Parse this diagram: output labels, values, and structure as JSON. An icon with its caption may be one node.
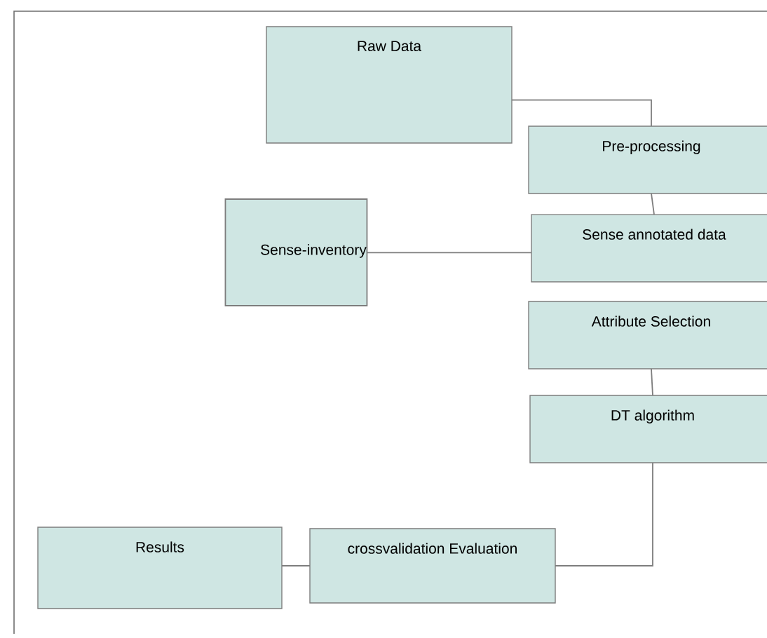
{
  "diagram": {
    "nodes": [
      {
        "text": [
          "Raw Data"
        ]
      },
      {
        "text": [
          "Pre-processing"
        ]
      },
      {
        "text": [
          "Sense  annotated data"
        ]
      },
      {
        "text": [
          "Sense-inventory"
        ]
      },
      {
        "text": [
          "Attribute Selection"
        ]
      },
      {
        "text": [
          "DT algorithm"
        ]
      },
      {
        "text": [
          "crossvalidation Evaluation"
        ]
      },
      {
        "text": [
          "Results"
        ]
      }
    ],
    "edges": [
      {
        "from": 0,
        "to": 1,
        "arrow": "none"
      },
      {
        "from": 1,
        "to": 2,
        "arrow": "none"
      },
      {
        "from": 3,
        "to": 2,
        "arrow": "none"
      },
      {
        "from": 4,
        "to": 5,
        "arrow": "none"
      },
      {
        "from": 5,
        "to": 6,
        "arrow": "none"
      },
      {
        "from": 6,
        "to": 7,
        "arrow": "none"
      }
    ]
  }
}
